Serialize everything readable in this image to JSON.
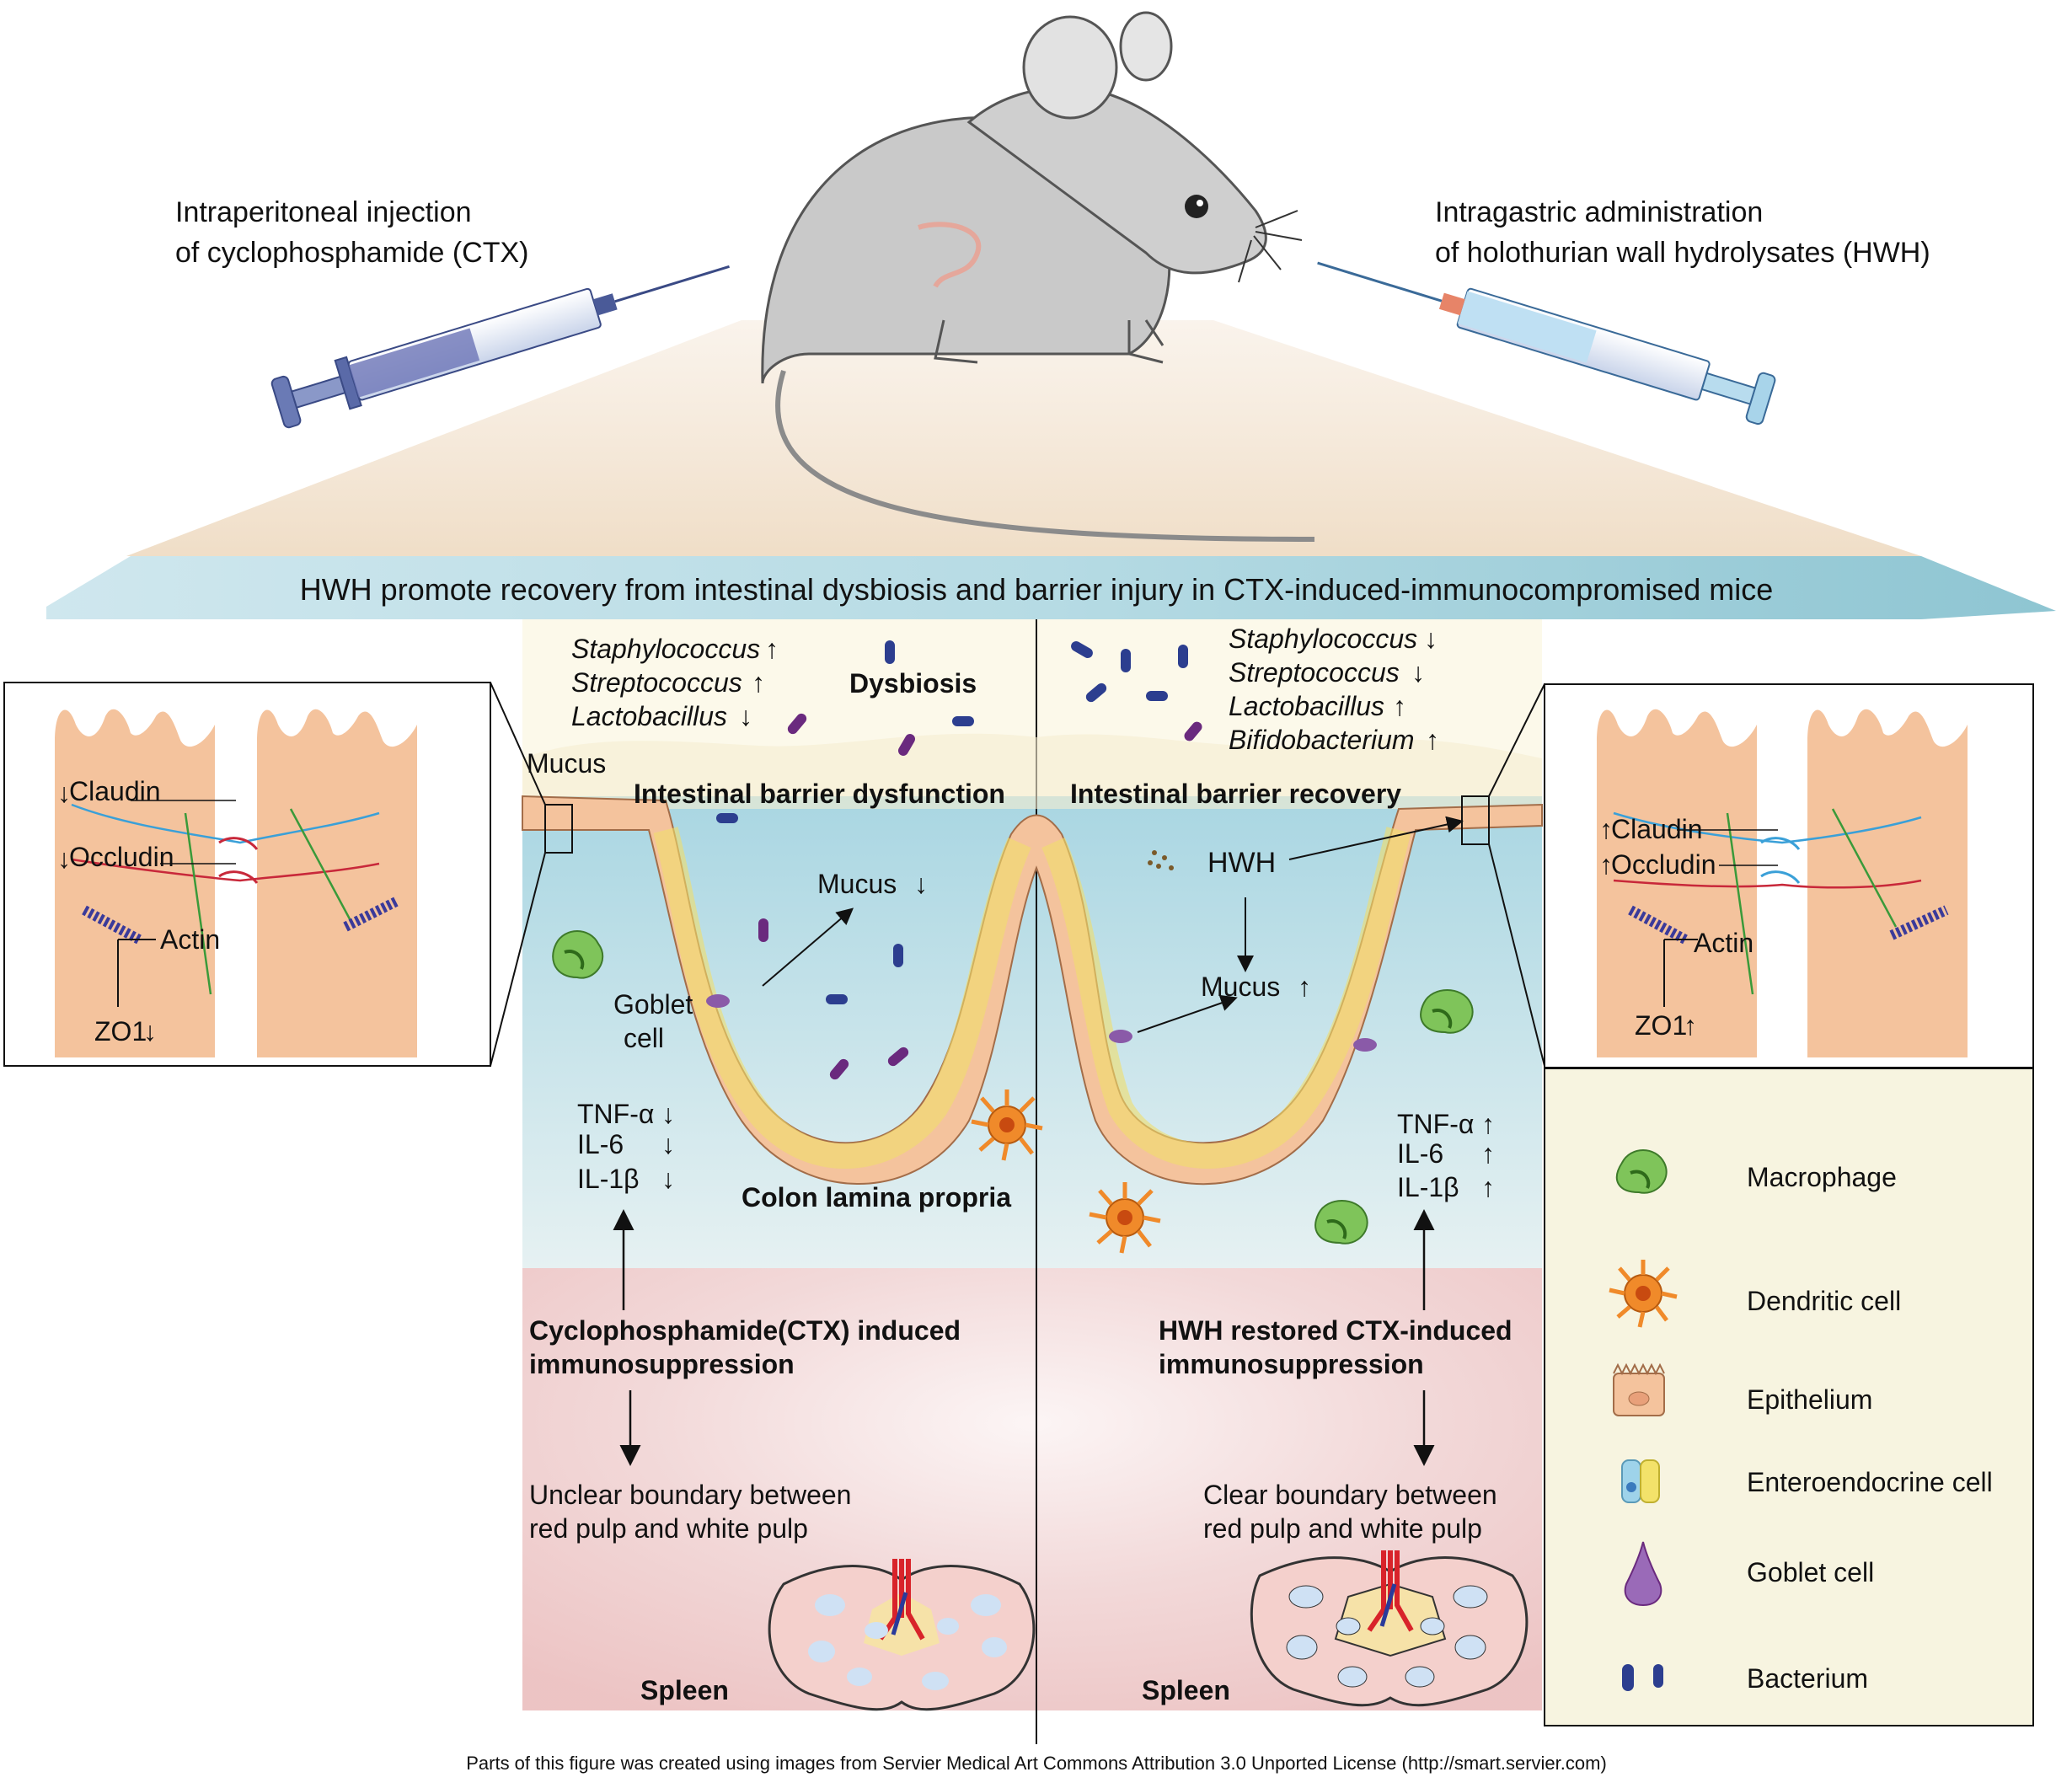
{
  "injection_left": {
    "line1": "Intraperitoneal injection",
    "line2": "of cyclophosphamide (CTX)"
  },
  "injection_right": {
    "line1": "Intragastric administration",
    "line2": "of holothurian wall hydrolysates (HWH)"
  },
  "banner": "HWH promote recovery from intestinal dysbiosis and barrier injury in CTX-induced-immunocompromised mice",
  "left_panel": {
    "bacteria": [
      {
        "name": "Staphylococcus",
        "arrow": "↑"
      },
      {
        "name": "Streptococcus",
        "arrow": "↑"
      },
      {
        "name": "Lactobacillus",
        "arrow": "↓"
      }
    ],
    "dysbiosis": "Dysbiosis",
    "mucus_label": "Mucus",
    "barrier": "Intestinal barrier dysfunction",
    "mucus_change": "Mucus",
    "mucus_arrow": "↓",
    "goblet_line1": "Goblet",
    "goblet_line2": "cell",
    "cytokines": [
      {
        "name": "TNF-α",
        "arrow": "↓"
      },
      {
        "name": "IL-6",
        "arrow": "↓"
      },
      {
        "name": "IL-1β",
        "arrow": "↓"
      }
    ],
    "lamina": "Colon lamina propria",
    "immuno_line1": "Cyclophosphamide(CTX) induced",
    "immuno_line2": "immunosuppression",
    "boundary_line1": "Unclear boundary between",
    "boundary_line2": "red pulp and white pulp",
    "spleen": "Spleen"
  },
  "right_panel": {
    "bacteria": [
      {
        "name": "Staphylococcus",
        "arrow": "↓"
      },
      {
        "name": "Streptococcus",
        "arrow": "↓"
      },
      {
        "name": "Lactobacillus",
        "arrow": "↑"
      },
      {
        "name": "Bifidobacterium",
        "arrow": "↑"
      }
    ],
    "barrier": "Intestinal barrier recovery",
    "hwh": "HWH",
    "mucus_change": "Mucus",
    "mucus_arrow": "↑",
    "cytokines": [
      {
        "name": "TNF-α",
        "arrow": "↑"
      },
      {
        "name": "IL-6",
        "arrow": "↑"
      },
      {
        "name": "IL-1β",
        "arrow": "↑"
      }
    ],
    "immuno_line1": "HWH restored CTX-induced",
    "immuno_line2": "immunosuppression",
    "boundary_line1": "Clear boundary between",
    "boundary_line2": "red pulp and white pulp",
    "spleen": "Spleen"
  },
  "zoom_left": {
    "claudin": "Claudin",
    "claudin_arrow": "↓",
    "occludin": "Occludin",
    "occludin_arrow": "↓",
    "actin": "Actin",
    "zo1": "ZO1",
    "zo1_arrow": "↓"
  },
  "zoom_right": {
    "claudin": "Claudin",
    "claudin_arrow": "↑",
    "occludin": "Occludin",
    "occludin_arrow": "↑",
    "actin": "Actin",
    "zo1": "ZO1",
    "zo1_arrow": "↑"
  },
  "legend": [
    {
      "label": "Macrophage",
      "icon": "macrophage-icon"
    },
    {
      "label": "Dendritic cell",
      "icon": "dendritic-cell-icon"
    },
    {
      "label": "Epithelium",
      "icon": "epithelium-icon"
    },
    {
      "label": "Enteroendocrine cell",
      "icon": "enteroendocrine-cell-icon"
    },
    {
      "label": "Goblet cell",
      "icon": "goblet-cell-icon"
    },
    {
      "label": "Bacterium",
      "icon": "bacterium-icon"
    }
  ],
  "footer": "Parts of this figure was created using images from Servier Medical Art Commons Attribution 3.0 Unported License (http://smart.servier.com)",
  "colors": {
    "epithelium": "#f4c39d",
    "mucosa_blue": "#bfe1ea",
    "spleen_pink": "#eec9c9",
    "legend_bg": "#f7f4e0",
    "bacterium_blue": "#2c3e8f",
    "bacterium_purple": "#6a2a7e",
    "macrophage": "#7fc45a",
    "dendritic": "#f08a2a",
    "banner": "#a7d3dc"
  }
}
